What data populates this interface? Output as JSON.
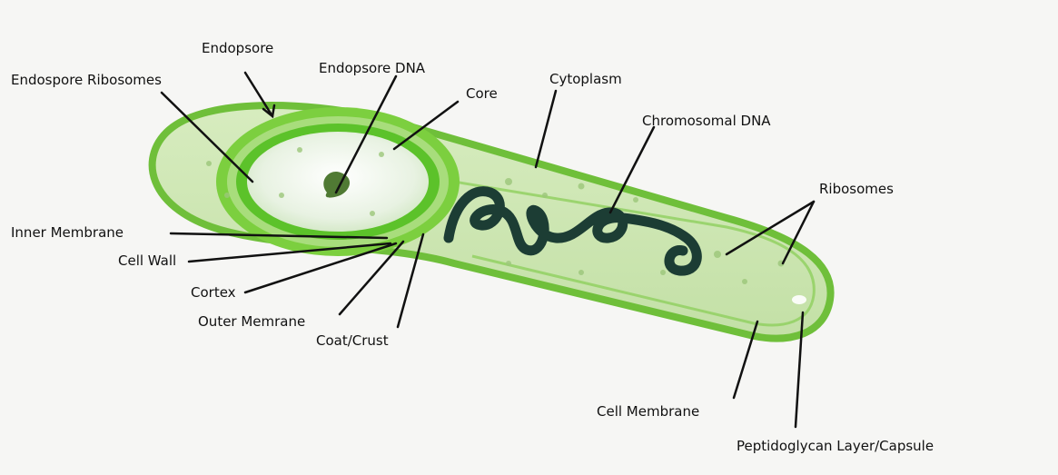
{
  "diagram": {
    "labels": {
      "endopsore": "Endopsore",
      "endospore_ribosomes": "Endospore Ribosomes",
      "endopsore_dna": "Endopsore DNA",
      "core": "Core",
      "cytoplasm": "Cytoplasm",
      "chromosomal_dna": "Chromosomal DNA",
      "ribosomes": "Ribosomes",
      "inner_membrane": "Inner Membrane",
      "cell_wall": "Cell Wall",
      "cortex": "Cortex",
      "outer_memrane": "Outer Memrane",
      "coat_crust": "Coat/Crust",
      "cell_membrane": "Cell Membrane",
      "peptidoglycan": "Peptidoglycan Layer/Capsule"
    },
    "colors": {
      "background": "#f6f6f4",
      "cell_fill": "#cfe6b4",
      "cell_edge": "#6fbf3a",
      "endospore_ring": "#5cc22a",
      "endospore_core": "#eef5ea",
      "dna": "#1c3d34",
      "ribosome_dots": "#9cc77a",
      "leader_line": "#111111"
    }
  }
}
